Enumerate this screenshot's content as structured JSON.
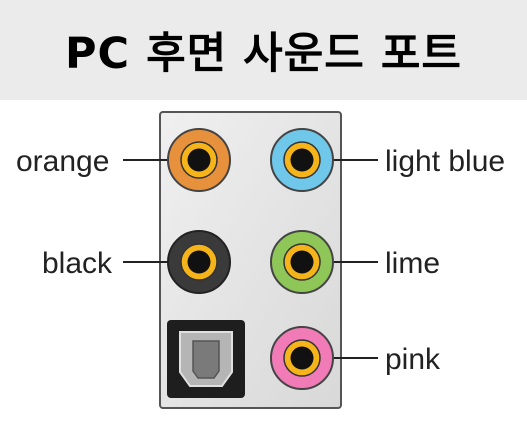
{
  "title": "PC 후면 사운드 포트",
  "ports": [
    {
      "id": "orange",
      "label": "orange",
      "color": "#e8913d"
    },
    {
      "id": "light-blue",
      "label": "light blue",
      "color": "#6fc7ea"
    },
    {
      "id": "black",
      "label": "black",
      "color": "#3a3a3a"
    },
    {
      "id": "lime",
      "label": "lime",
      "color": "#8ec657"
    },
    {
      "id": "pink",
      "label": "pink",
      "color": "#f07bb7"
    }
  ],
  "colors": {
    "panel_fill": "#e6e6e6",
    "panel_stroke": "#555555",
    "jack_ring": "#f5b41a",
    "jack_hole": "#111111",
    "optical_body": "#1e1e1e",
    "title_bg": "#ebebeb"
  },
  "icons": {
    "optical": "optical-spdif-port-icon"
  }
}
